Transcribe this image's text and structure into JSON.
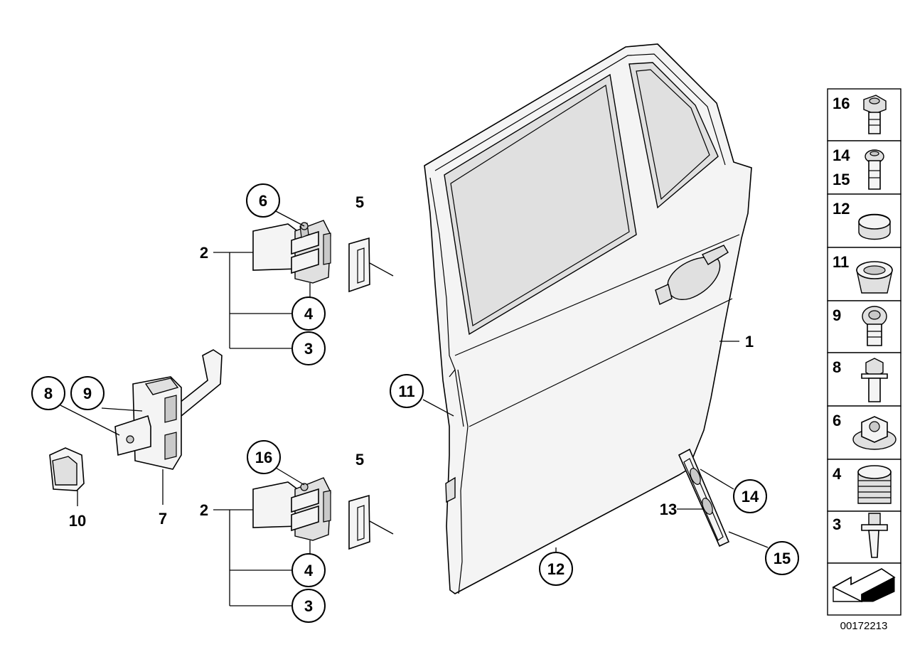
{
  "diagram_id": "00172213",
  "callouts": {
    "c6": "6",
    "c4a": "4",
    "c3a": "3",
    "c8": "8",
    "c9": "9",
    "c16": "16",
    "c4b": "4",
    "c3b": "3",
    "c11": "11",
    "c12": "12",
    "c14": "14",
    "c15": "15"
  },
  "labels": {
    "l5a": "5",
    "l2a": "2",
    "l10": "10",
    "l7": "7",
    "l5b": "5",
    "l2b": "2",
    "l1": "1",
    "l13": "13"
  },
  "legend": {
    "items": [
      {
        "label": "16",
        "icon": "torx-bolt-flange-icon"
      },
      {
        "label": "14\n15",
        "icon": "torx-bolt-icon"
      },
      {
        "label": "12",
        "icon": "plug-cap-icon"
      },
      {
        "label": "11",
        "icon": "grommet-icon"
      },
      {
        "label": "9",
        "icon": "torx-bolt-short-icon"
      },
      {
        "label": "8",
        "icon": "hex-bolt-icon"
      },
      {
        "label": "6",
        "icon": "hex-nut-flange-icon"
      },
      {
        "label": "4",
        "icon": "spring-nut-icon"
      },
      {
        "label": "3",
        "icon": "stud-bolt-icon"
      }
    ],
    "l14": "14",
    "l15": "15"
  }
}
